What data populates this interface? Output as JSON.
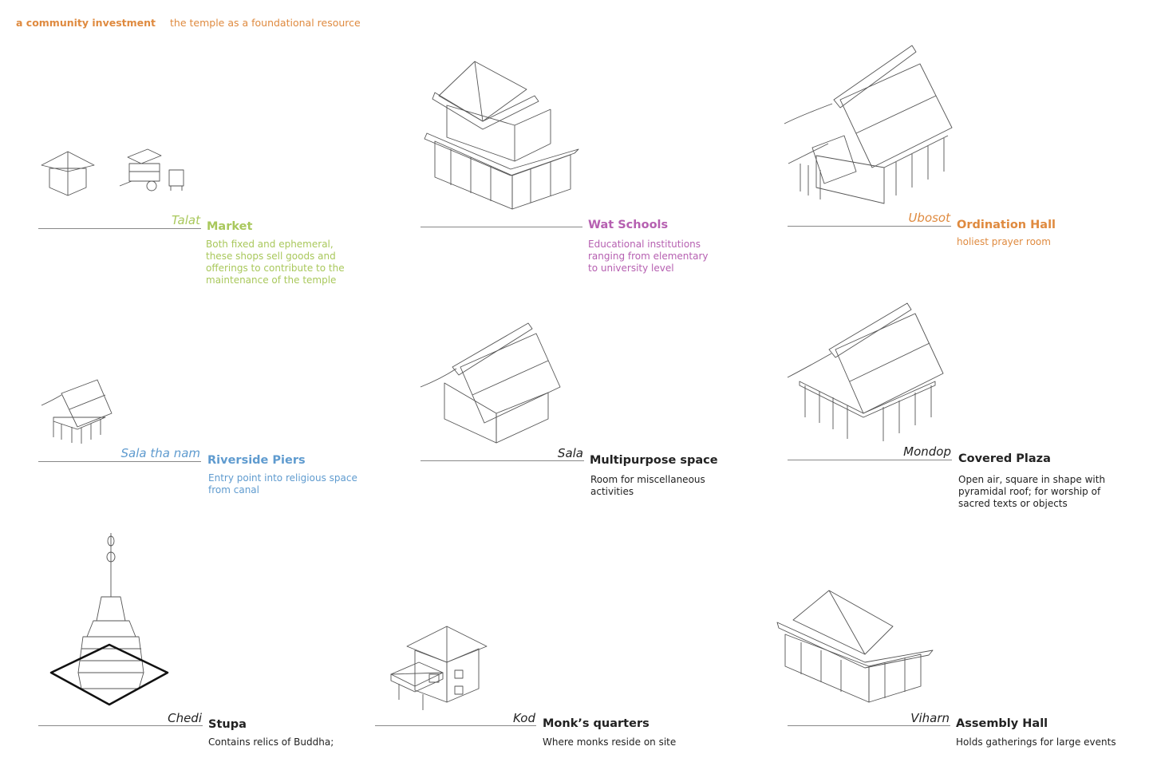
{
  "header": {
    "section": "a community investment",
    "subtitle": "the temple as a foundational resource"
  },
  "colors": {
    "orange": "#df8a3f",
    "green": "#a9c85c",
    "purple": "#b660b1",
    "blue": "#5f9bcf",
    "dark": "#222222"
  },
  "items": [
    {
      "thai": "Talat",
      "title": "Market",
      "desc": "Both fixed and ephemeral, these shops sell goods and offerings to contribute to the maintenance of the temple"
    },
    {
      "thai": "",
      "title": "Wat Schools",
      "desc": "Educational institutions ranging from elementary to university level"
    },
    {
      "thai": "Ubosot",
      "title": "Ordination Hall",
      "desc": "holiest prayer room"
    },
    {
      "thai": "Sala tha nam",
      "title": "Riverside Piers",
      "desc": "Entry point into religious space from canal"
    },
    {
      "thai": "Sala",
      "title": "Multipurpose space",
      "desc": "Room for miscellaneous activities"
    },
    {
      "thai": "Mondop",
      "title": "Covered Plaza",
      "desc": "Open air, square in shape with pyramidal roof; for worship of sacred texts or objects"
    },
    {
      "thai": "Chedi",
      "title": "Stupa",
      "desc": "Contains relics of Buddha;"
    },
    {
      "thai": "Kod",
      "title": "Monk’s quarters",
      "desc": "Where monks reside on site"
    },
    {
      "thai": "Viharn",
      "title": "Assembly Hall",
      "desc": "Holds gatherings for large events"
    }
  ]
}
